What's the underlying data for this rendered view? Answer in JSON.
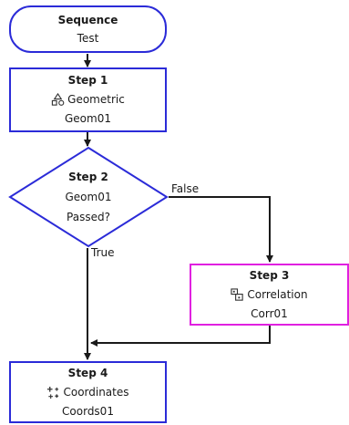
{
  "nodes": {
    "sequence": {
      "title": "Sequence",
      "subtitle": "Test"
    },
    "step1": {
      "title": "Step 1",
      "type": "Geometric",
      "name": "Geom01",
      "icon": "geometric-shapes-icon"
    },
    "step2": {
      "title": "Step 2",
      "line1": "Geom01",
      "line2": "Passed?"
    },
    "step3": {
      "title": "Step 3",
      "type": "Correlation",
      "name": "Corr01",
      "icon": "correlation-icon"
    },
    "step4": {
      "title": "Step 4",
      "type": "Coordinates",
      "name": "Coords01",
      "icon": "coordinates-icon"
    }
  },
  "edges": {
    "false_label": "False",
    "true_label": "True"
  },
  "colors": {
    "node_border": "#2b2bd8",
    "highlight_border": "#e020e0",
    "line": "#1a1a1a"
  }
}
